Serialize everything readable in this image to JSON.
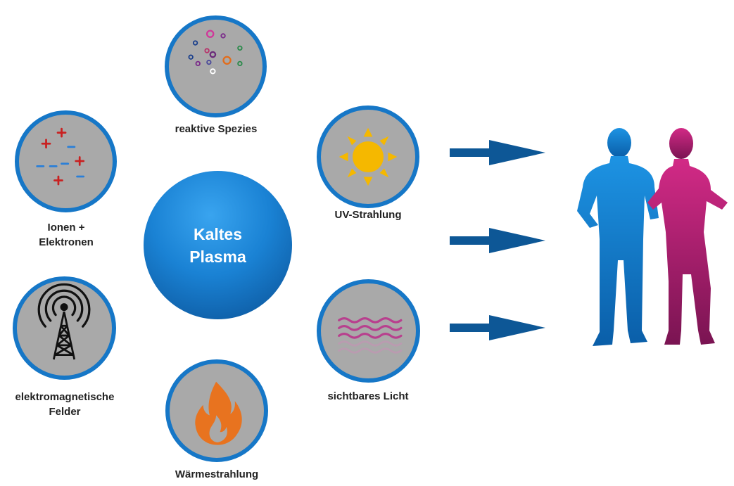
{
  "center": {
    "line1": "Kaltes",
    "line2": "Plasma"
  },
  "nodes": {
    "reactive_species": {
      "label": "reaktive Spezies"
    },
    "ions": {
      "line1": "Ionen +",
      "line2": "Elektronen"
    },
    "em_fields": {
      "line1": "elektromagnetische",
      "line2": "Felder"
    },
    "heat": {
      "label": "Wärmestrahlung"
    },
    "uv": {
      "label": "UV-Strahlung"
    },
    "visible": {
      "label": "sichtbares Licht"
    }
  },
  "colors": {
    "circle_border": "#1677c7",
    "circle_fill": "#a9a9a9",
    "arrow": "#0d5796",
    "male_figure": "#1b8fe0",
    "female_figure": "#c2237e"
  },
  "icons": [
    "particles-icon",
    "ions-icon",
    "antenna-icon",
    "flame-icon",
    "sun-icon",
    "waves-icon",
    "person-male-icon",
    "person-female-icon"
  ]
}
